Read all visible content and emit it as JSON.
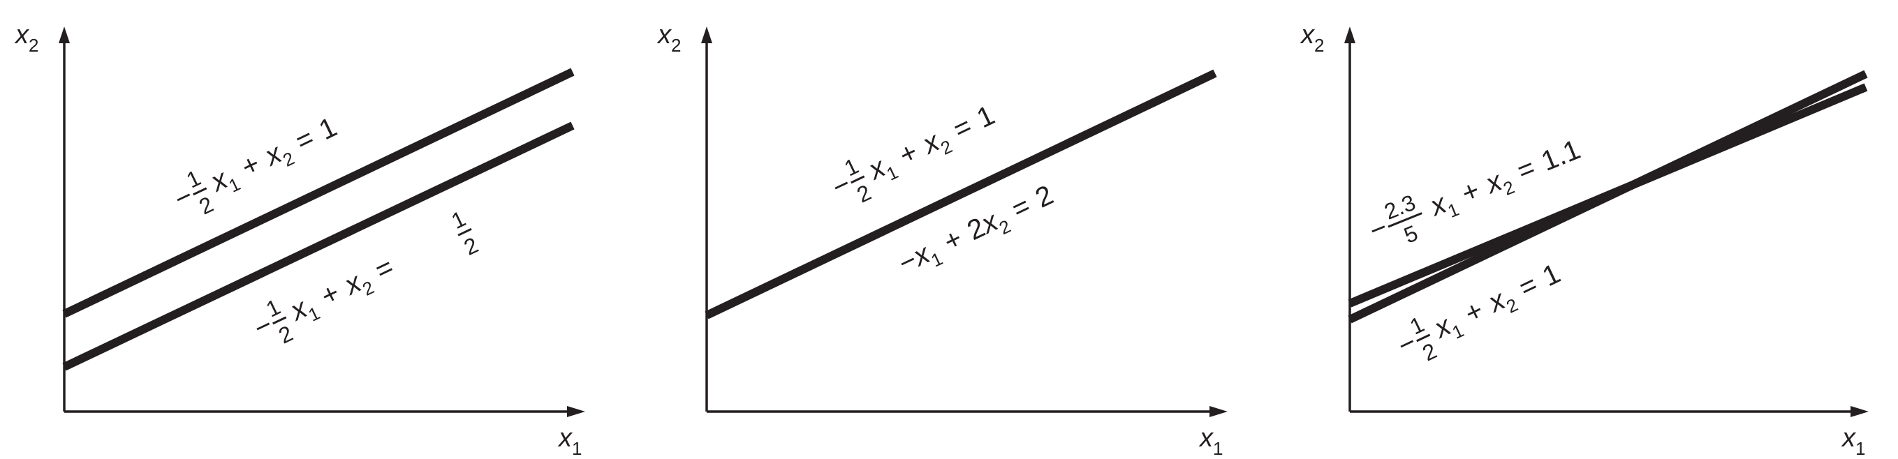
{
  "panels": [
    {
      "id": "parallel",
      "axis_y": {
        "letter": "x",
        "sub": "2"
      },
      "axis_x": {
        "letter": "x",
        "sub": "1"
      },
      "eq_top": {
        "sign": "−",
        "num": "1",
        "den": "2",
        "v1": "x",
        "s1": "1",
        "plus": "+",
        "v2": "x",
        "s2": "2",
        "eqsign": "=",
        "rhs": "1"
      },
      "eq_bottom": {
        "sign": "−",
        "num": "1",
        "den": "2",
        "v1": "x",
        "s1": "1",
        "plus": "+",
        "v2": "x",
        "s2": "2",
        "eqsign": "=",
        "rhs_num": "1",
        "rhs_den": "2"
      }
    },
    {
      "id": "coincident",
      "axis_y": {
        "letter": "x",
        "sub": "2"
      },
      "axis_x": {
        "letter": "x",
        "sub": "1"
      },
      "eq_top": {
        "sign": "−",
        "num": "1",
        "den": "2",
        "v1": "x",
        "s1": "1",
        "plus": "+",
        "v2": "x",
        "s2": "2",
        "eqsign": "=",
        "rhs": "1"
      },
      "eq_bottom": {
        "sign": "−",
        "v1": "x",
        "s1": "1",
        "plus": "+",
        "coef": "2",
        "v2": "x",
        "s2": "2",
        "eqsign": "=",
        "rhs": "2"
      }
    },
    {
      "id": "nearly-parallel",
      "axis_y": {
        "letter": "x",
        "sub": "2"
      },
      "axis_x": {
        "letter": "x",
        "sub": "1"
      },
      "eq_top": {
        "sign": "−",
        "num": "2.3",
        "den": "5",
        "v1": "x",
        "s1": "1",
        "plus": "+",
        "v2": "x",
        "s2": "2",
        "eqsign": "=",
        "rhs": "1.1"
      },
      "eq_bottom": {
        "sign": "−",
        "num": "1",
        "den": "2",
        "v1": "x",
        "s1": "1",
        "plus": "+",
        "v2": "x",
        "s2": "2",
        "eqsign": "=",
        "rhs": "1"
      }
    }
  ]
}
